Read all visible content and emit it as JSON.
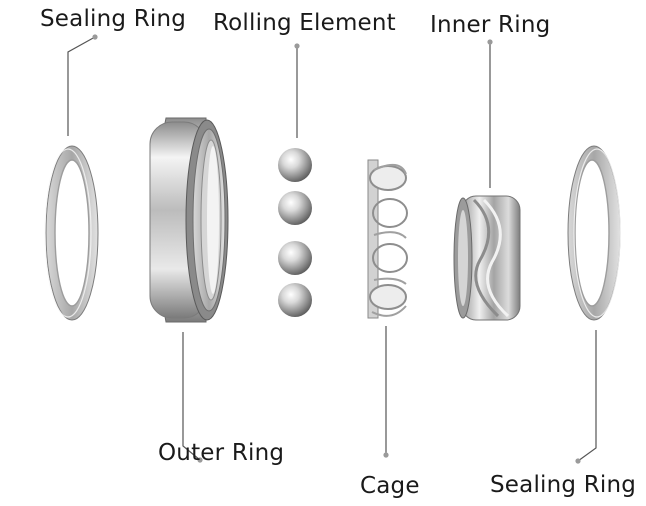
{
  "labels": {
    "sealing_ring_left": "Sealing Ring",
    "rolling_element": "Rolling Element",
    "inner_ring": "Inner Ring",
    "outer_ring": "Outer Ring",
    "cage": "Cage",
    "sealing_ring_right": "Sealing Ring"
  },
  "colors": {
    "leader_line": "#555555",
    "leader_dot": "#9a9a9a",
    "metal_light": "#f2f2f2",
    "metal_mid": "#b9b9b9",
    "metal_dark": "#6c6c6c"
  }
}
